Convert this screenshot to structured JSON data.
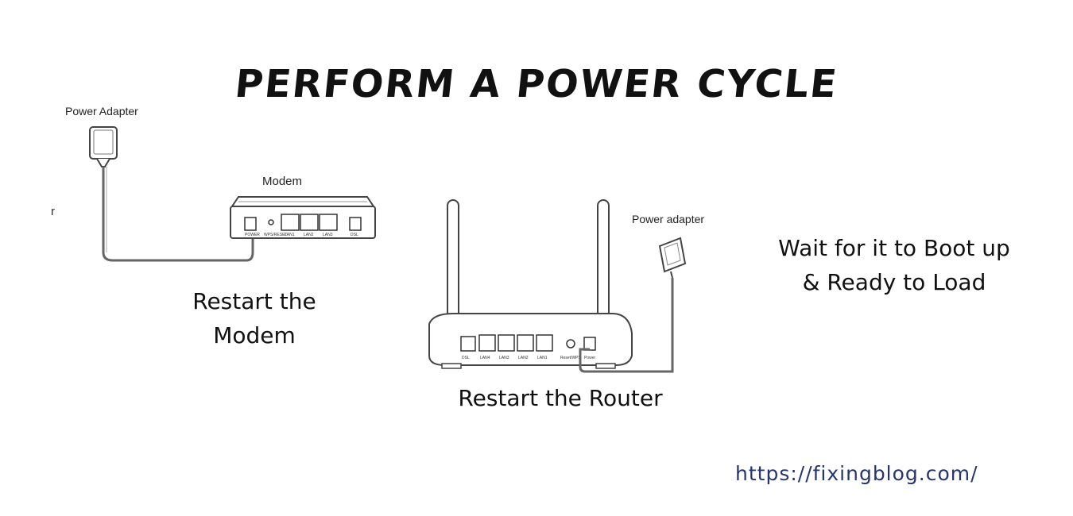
{
  "title": "PERFORM A POWER CYCLE",
  "labels": {
    "power_adapter_modem": "Power Adapter",
    "modem": "Modem",
    "power_adapter_router": "Power adapter",
    "stray": "r"
  },
  "captions": {
    "restart_modem": "Restart the Modem",
    "restart_router": "Restart the Router",
    "wait_boot": "Wait for it to Boot up & Ready to Load"
  },
  "modem_port_labels": [
    "POWER",
    "WPS/RESET",
    "LAN1",
    "LAN2",
    "LAN3",
    "DSL"
  ],
  "router_port_labels": [
    "DSL",
    "LAN4",
    "LAN3",
    "LAN2",
    "LAN1",
    "Reset/WPS",
    "Power"
  ],
  "url": "https://fixingblog.com/",
  "colors": {
    "url": "#27356e",
    "text": "#111111",
    "line": "#555555"
  }
}
